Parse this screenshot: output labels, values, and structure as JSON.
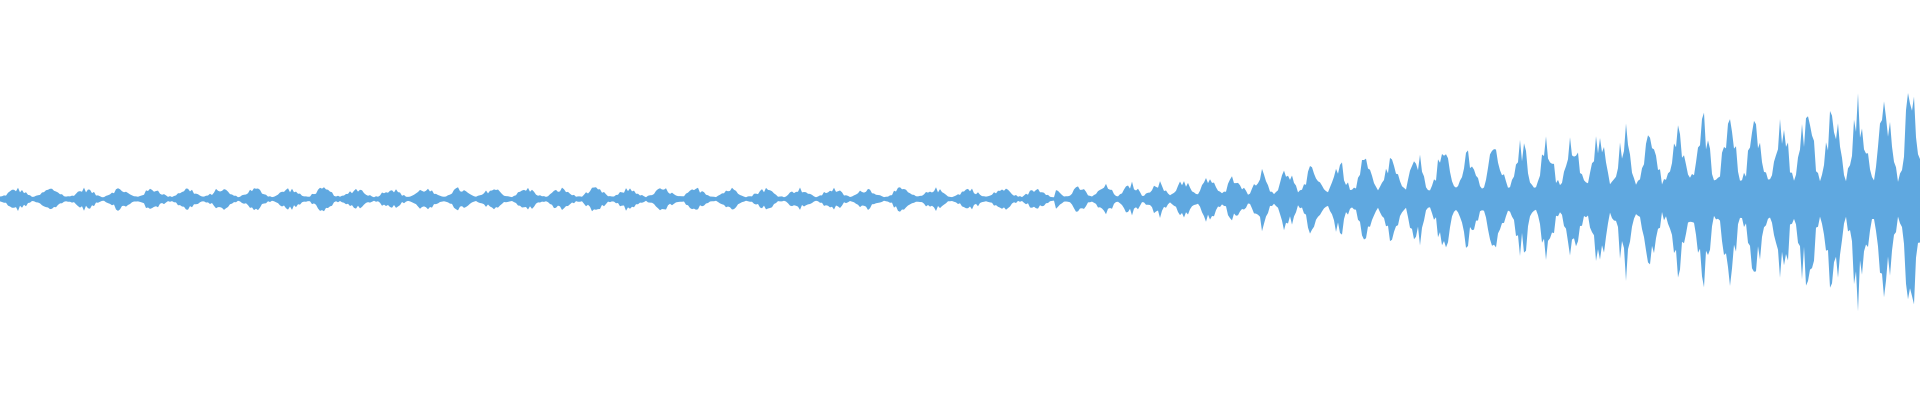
{
  "waveform": {
    "color": "#5fa8e0",
    "background": "#ffffff",
    "envelope": {
      "start_amplitude": 0.03,
      "end_amplitude": 0.3,
      "ramp_start_fraction": 0.55
    }
  }
}
